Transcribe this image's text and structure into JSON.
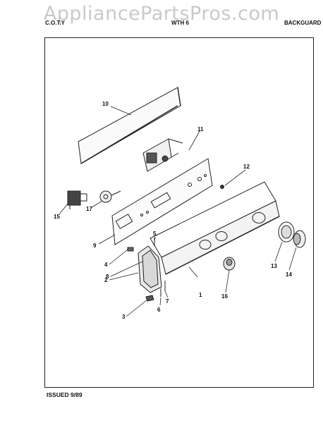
{
  "watermark": "AppliancePartsPros.com",
  "header": {
    "left": "C.O.T.Y",
    "middle": "WTH 6",
    "right": "BACKGUARD"
  },
  "footer": {
    "issued": "ISSUED 9/89"
  },
  "callouts": [
    "1",
    "2",
    "3",
    "4",
    "5",
    "6",
    "7",
    "8",
    "9",
    "10",
    "11",
    "12",
    "13",
    "14",
    "15",
    "16",
    "17"
  ]
}
